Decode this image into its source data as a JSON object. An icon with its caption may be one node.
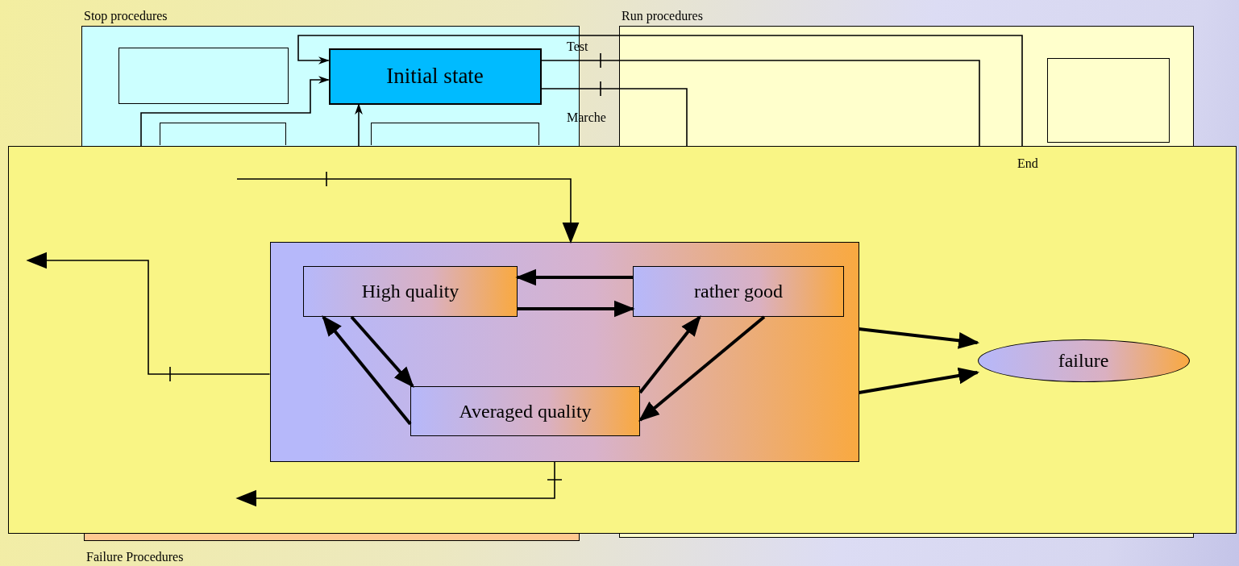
{
  "diagram": {
    "nodes": [
      {
        "text": [
          "Stop procedures"
        ]
      },
      {
        "text": [
          "Initial state"
        ],
        "in": 0
      },
      {
        "text": [],
        "shape": "box",
        "in": 0
      },
      {
        "text": [],
        "shape": "box",
        "in": 0
      },
      {
        "text": [],
        "shape": "box",
        "in": 0
      },
      {
        "text": [
          "Run procedures"
        ]
      },
      {
        "text": [],
        "shape": "box",
        "in": 5
      },
      {
        "text": [
          "Failure Procedures"
        ]
      },
      {
        "text": [],
        "shape": "box"
      },
      {
        "text": [],
        "shape": "box",
        "in": 8
      },
      {
        "text": [
          "High quality"
        ],
        "in": 9
      },
      {
        "text": [
          "rather good"
        ],
        "in": 9
      },
      {
        "text": [
          "Averaged quality"
        ],
        "in": 9
      },
      {
        "text": [
          "failure"
        ],
        "in": 8
      }
    ],
    "edges": [
      {
        "from": 8,
        "to": 1,
        "arrow": "to"
      },
      {
        "from": 8,
        "to": 1,
        "arrow": "to"
      },
      {
        "from": 8,
        "to": 1,
        "arrow": "to"
      },
      {
        "from": 1,
        "to": 8,
        "arrow": "none",
        "label": "Test"
      },
      {
        "from": 1,
        "to": 8,
        "arrow": "none",
        "label": "Marche"
      },
      {
        "from": null,
        "to": 9,
        "arrow": "to"
      },
      {
        "from": 9,
        "to": null,
        "arrow": "to"
      },
      {
        "from": 9,
        "to": null,
        "arrow": "to"
      },
      {
        "from": 11,
        "to": 10,
        "arrow": "to",
        "style": "thick"
      },
      {
        "from": 10,
        "to": 11,
        "arrow": "to",
        "style": "thick"
      },
      {
        "from": 10,
        "to": 12,
        "arrow": "to",
        "style": "thick"
      },
      {
        "from": 12,
        "to": 10,
        "arrow": "to",
        "style": "thick"
      },
      {
        "from": 12,
        "to": 11,
        "arrow": "to",
        "style": "thick"
      },
      {
        "from": 11,
        "to": 12,
        "arrow": "to",
        "style": "thick"
      },
      {
        "from": 9,
        "to": 13,
        "arrow": "to",
        "style": "thick"
      },
      {
        "from": 9,
        "to": 13,
        "arrow": "to",
        "style": "thick"
      }
    ],
    "labels": [
      "End"
    ]
  }
}
